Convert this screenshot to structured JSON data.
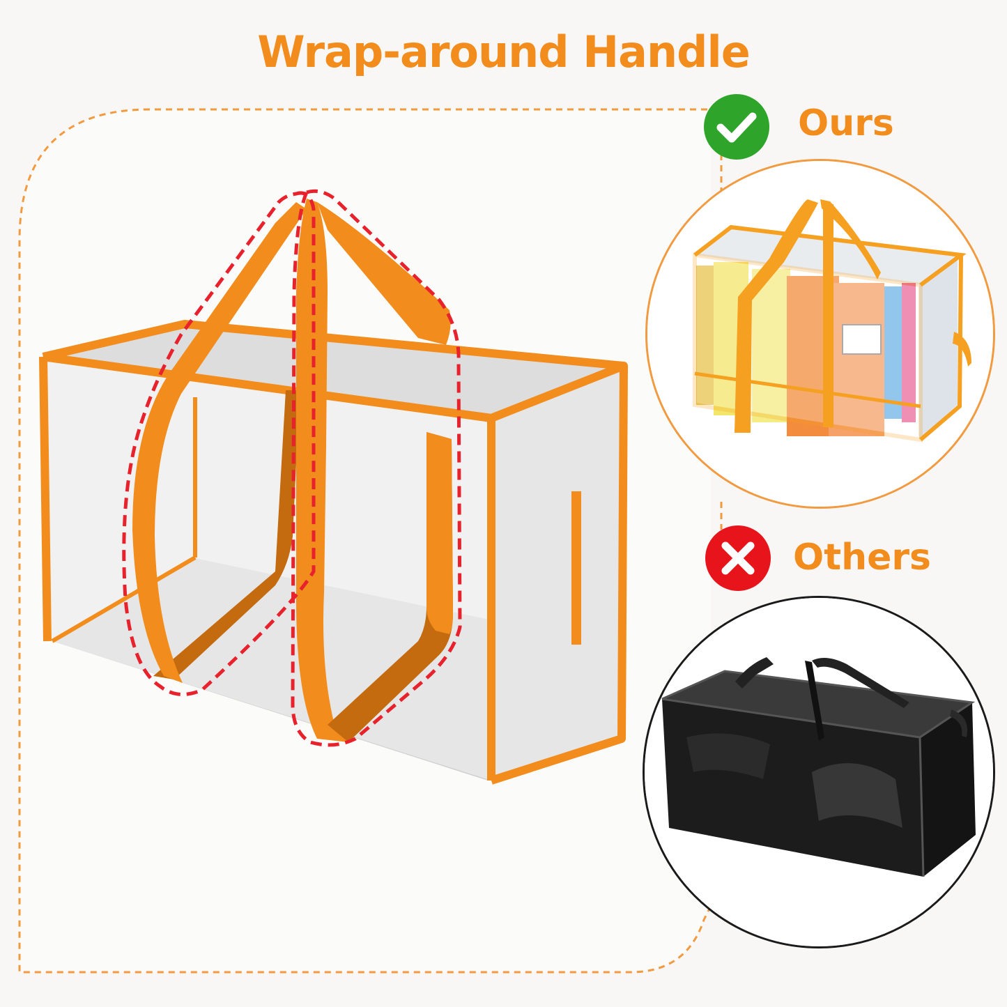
{
  "title": "Wrap-around Handle",
  "ours": {
    "label": "Ours",
    "icon": "check-icon"
  },
  "others": {
    "label": "Others",
    "icon": "x-icon"
  },
  "colors": {
    "accent": "#f28c1c",
    "highlight": "#e8222c",
    "check_green": "#2ea52a",
    "error_red": "#e8141c"
  }
}
